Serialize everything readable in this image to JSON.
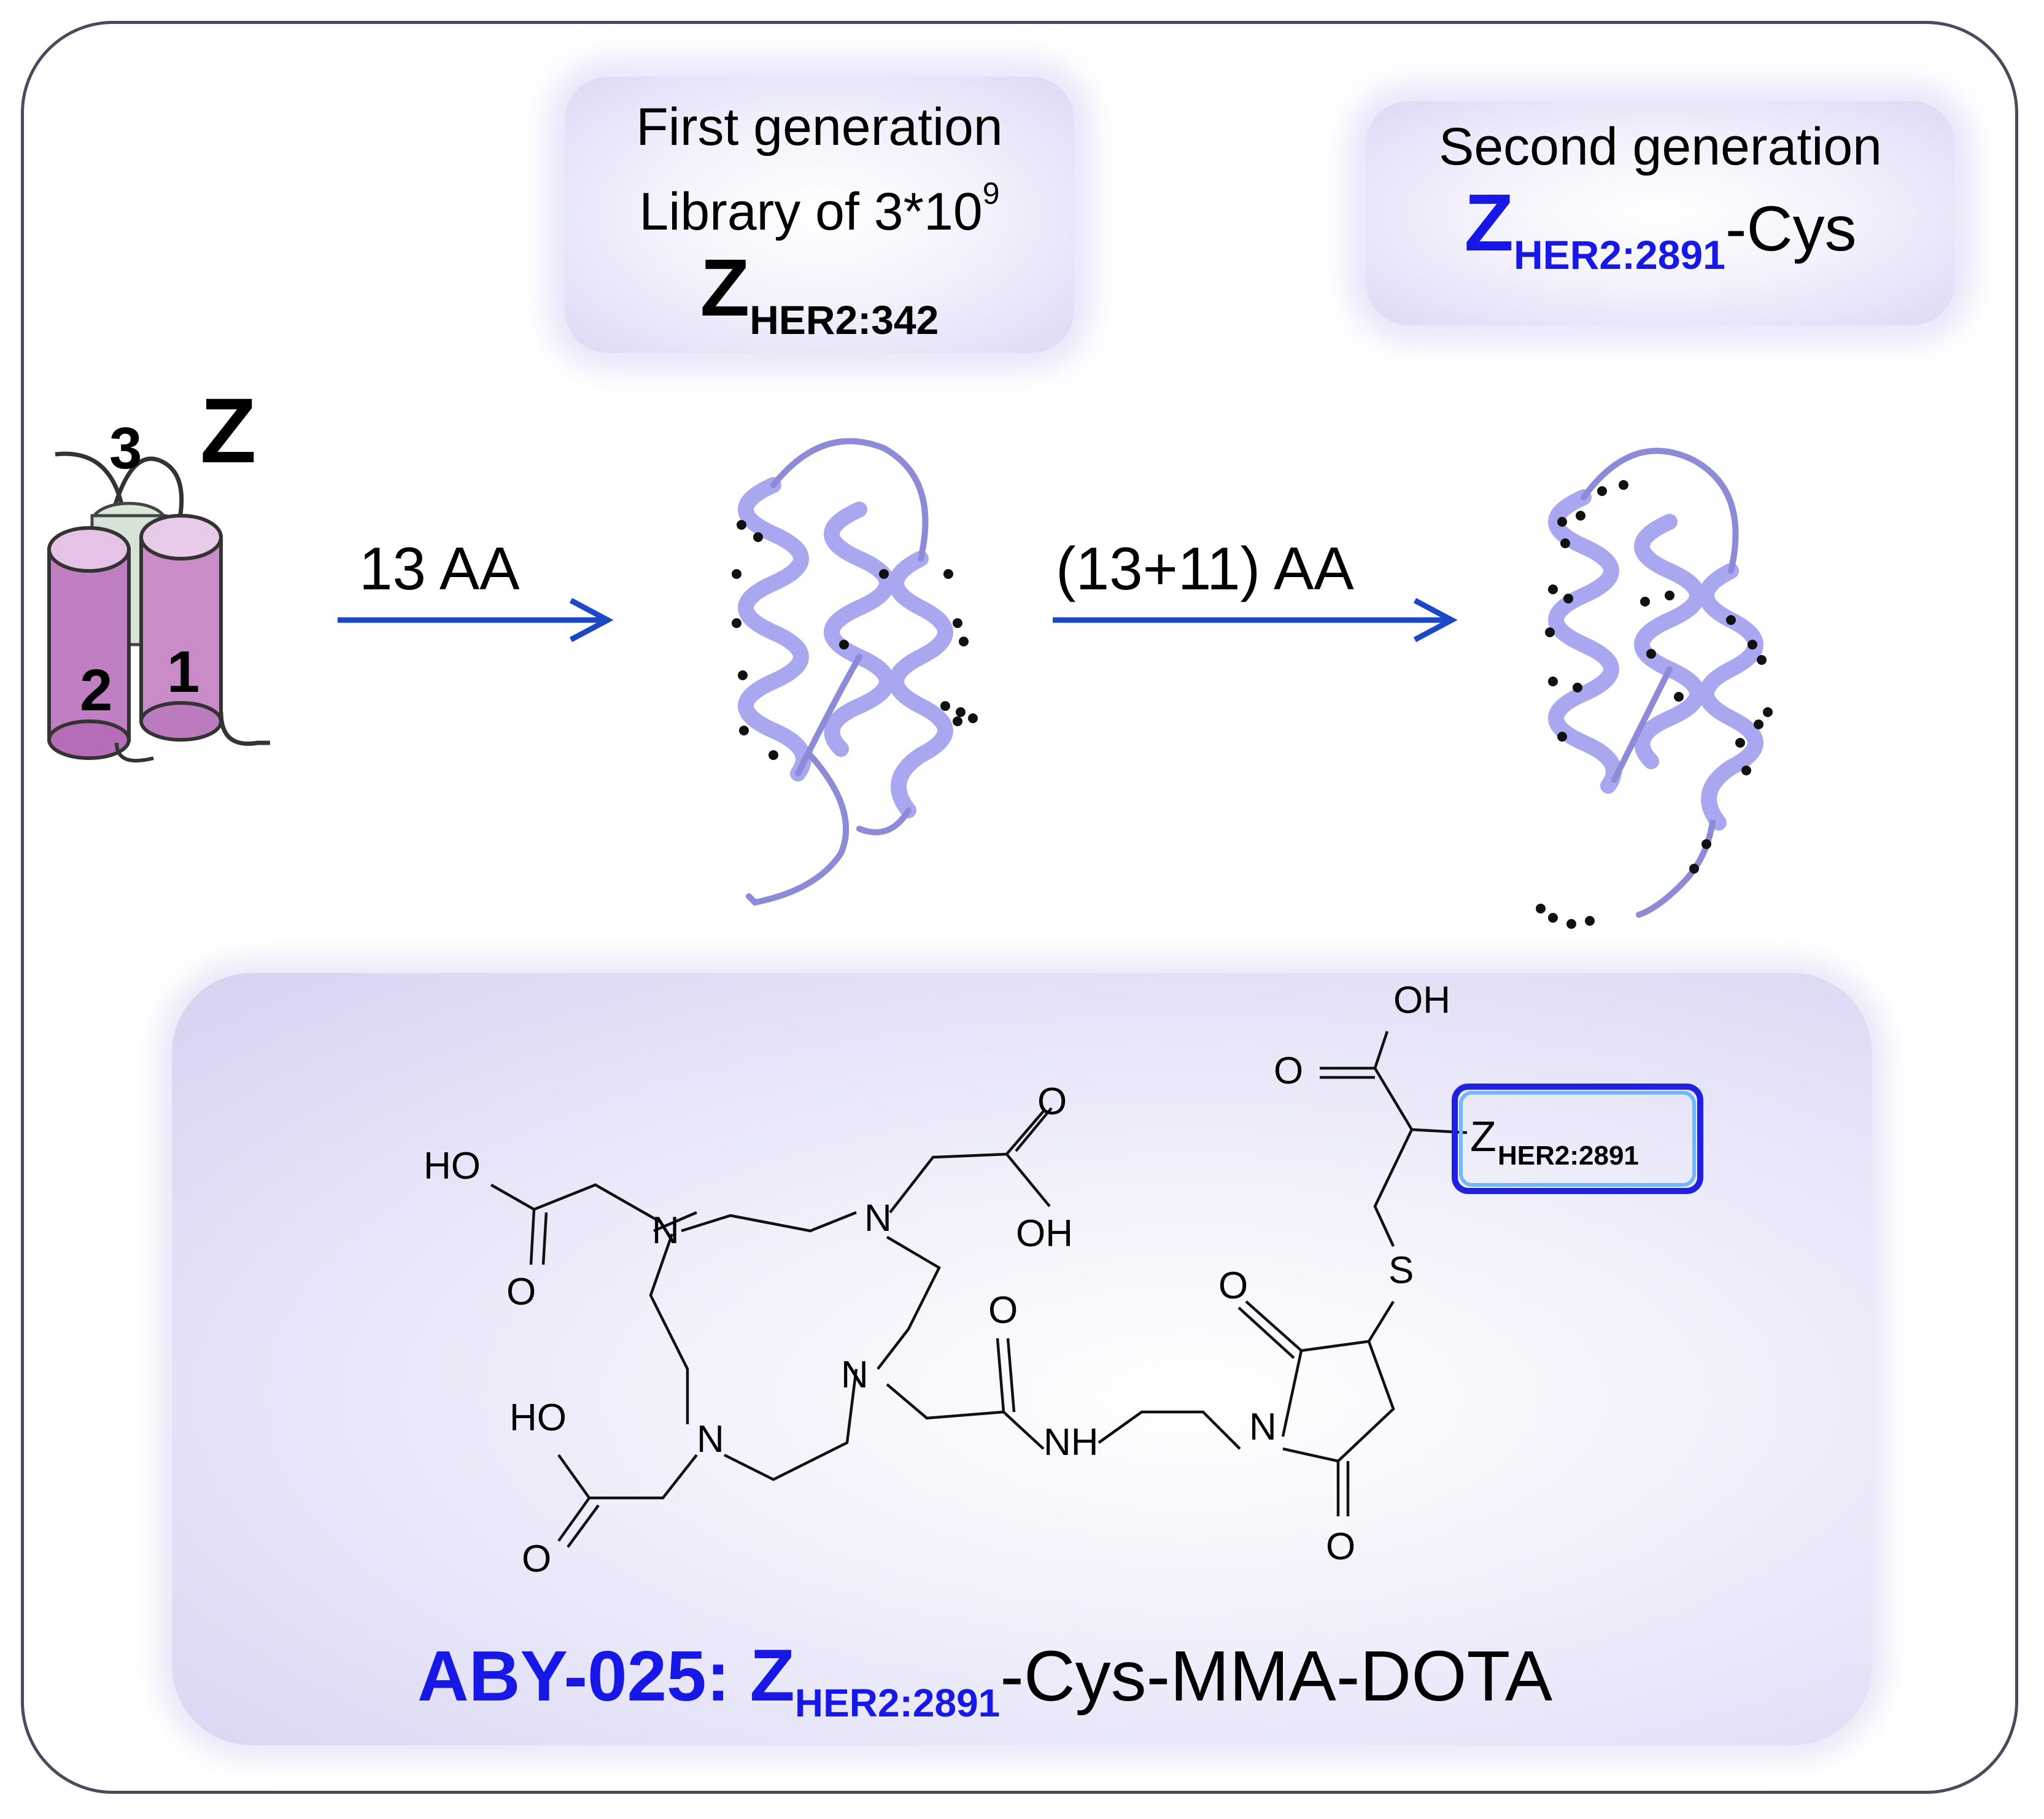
{
  "first_gen": {
    "line1": "First generation",
    "line2": "Library of 3*10",
    "line2_sup": "9",
    "z": "Z",
    "z_sub": "HER2:342"
  },
  "second_gen": {
    "line1": "Second generation",
    "z": "Z",
    "z_sub": "HER2:2891",
    "suffix": "-Cys"
  },
  "scaffold": {
    "letter": "Z",
    "helix_numbers": [
      "3",
      "2",
      "1"
    ]
  },
  "arrows": {
    "first": "13 AA",
    "second": "(13+11) AA"
  },
  "structure": {
    "atoms": {
      "ho_a": "HO",
      "o_a": "O",
      "n_tl": "N",
      "n_tr": "N",
      "o_b": "O",
      "oh_b": "OH",
      "n_br": "N",
      "n_bl": "N",
      "ho_c": "HO",
      "o_c": "O",
      "o_amide": "O",
      "nh": "NH",
      "n_imide": "N",
      "o_imide_top": "O",
      "o_imide_bot": "O",
      "s": "S",
      "oh_top": "OH",
      "o_top": "O"
    },
    "z_label": "Z",
    "z_sub": "HER2:2891"
  },
  "caption": {
    "prefix": "ABY-025:",
    "z": "Z",
    "z_sub": "HER2:2891",
    "suffix": "-Cys-MMA-DOTA"
  },
  "colors": {
    "accent_blue": "#1818e6",
    "protein": "#a9a7ef",
    "helix": "#c58cc9"
  }
}
